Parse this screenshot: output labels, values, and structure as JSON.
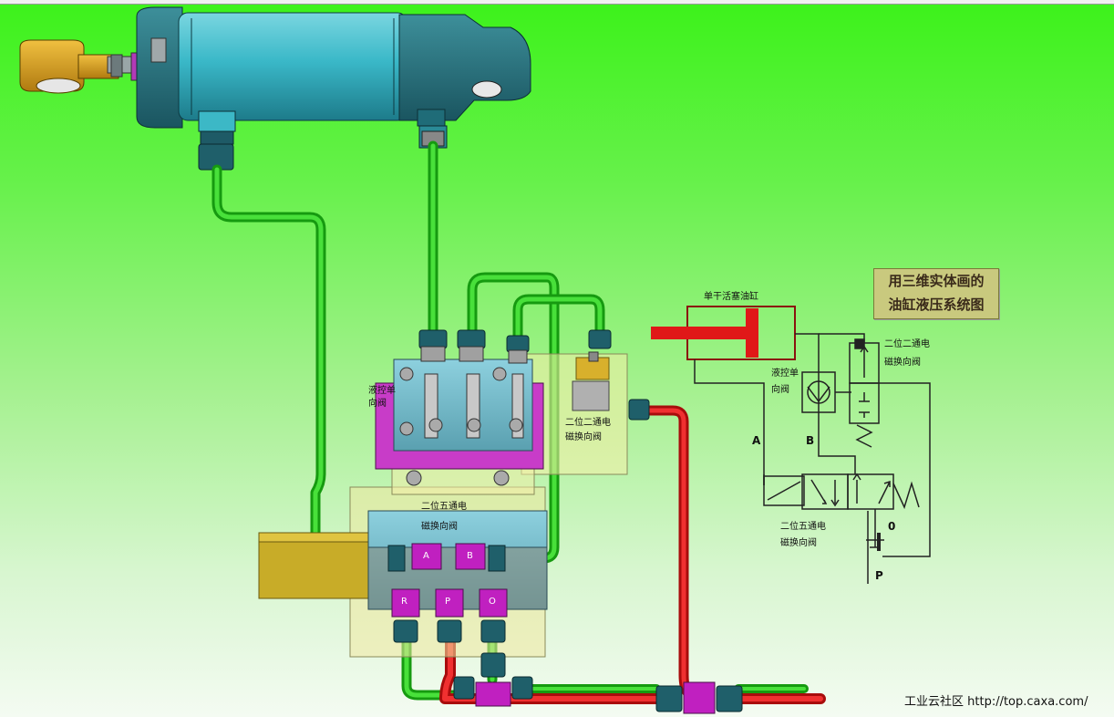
{
  "title": {
    "line1": "用三维实体画的",
    "line2": "油缸液压系统图"
  },
  "model_labels": {
    "check_valve": "液控单\n向阀",
    "two_way_valve": "二位二通电\n磁换向阀",
    "five_way_valve_1": "二位五通电",
    "five_way_valve_2": "磁换向阀",
    "port_a": "A",
    "port_b": "B",
    "port_r": "R",
    "port_p": "P",
    "port_o": "O"
  },
  "schematic_labels": {
    "cylinder": "单干活塞油缸",
    "check_valve_1": "液控单",
    "check_valve_2": "向阀",
    "two_way_1": "二位二通电",
    "two_way_2": "磁换向阀",
    "five_way_1": "二位五通电",
    "five_way_2": "磁换向阀",
    "line_a": "A",
    "line_b": "B",
    "port_o": "0",
    "port_p": "P"
  },
  "footer": "工业云社区 http://top.caxa.com/",
  "colors": {
    "cylinder_body": "#39b9c9",
    "pipe_green": "#22c41c",
    "pipe_red": "#e01818",
    "valve_block": "#6fb6c8",
    "magenta": "#c020c0",
    "transparent_box": "#f2e9a0",
    "gold": "#d8a21a"
  }
}
